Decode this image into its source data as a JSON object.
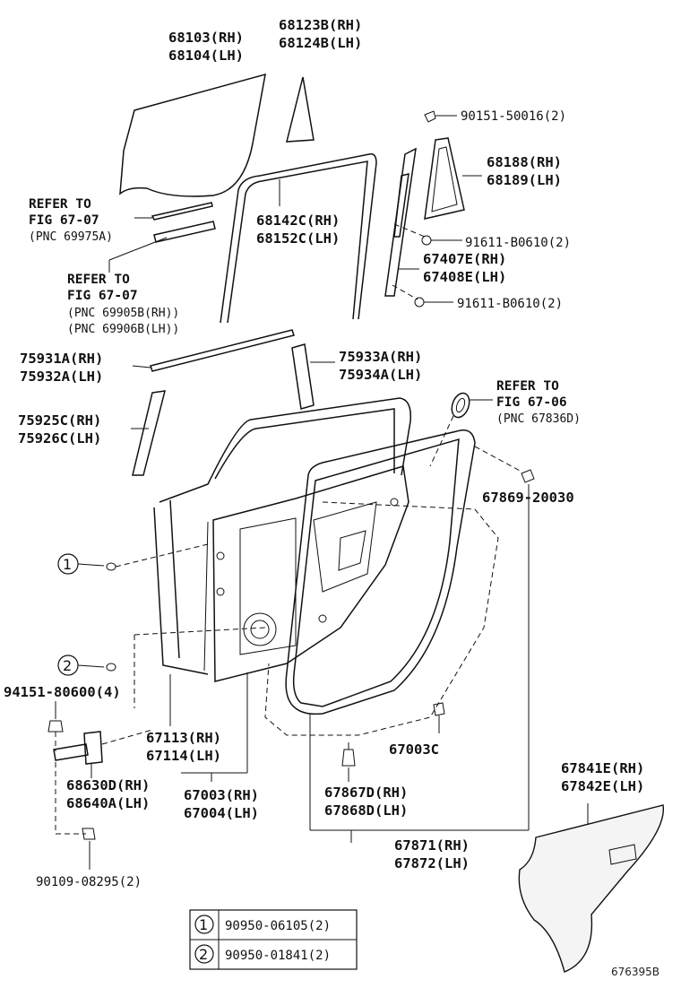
{
  "figure_code": "676395B",
  "labels": {
    "glass": [
      "68103(RH)",
      "68104(LH)"
    ],
    "quarter_glass": [
      "68123B(RH)",
      "68124B(LH)"
    ],
    "screw_top": "90151-50016(2)",
    "quarter_frame": [
      "68188(RH)",
      "68189(LH)"
    ],
    "refer1": [
      "REFER TO",
      "FIG 67-07",
      "(PNC 69975A)"
    ],
    "run_channel": [
      "68142C(RH)",
      "68152C(LH)"
    ],
    "screw_mid": "91611-B0610(2)",
    "division_bar": [
      "67407E(RH)",
      "67408E(LH)"
    ],
    "screw_low": "91611-B0610(2)",
    "refer2": [
      "REFER TO",
      "FIG 67-07",
      "(PNC 69905B(RH))",
      "(PNC 69906B(LH))"
    ],
    "belt_moulding": [
      "75931A(RH)",
      "75932A(LH)"
    ],
    "outer_pillar": [
      "75933A(RH)",
      "75934A(LH)"
    ],
    "refer3": [
      "REFER TO",
      "FIG 67-06",
      "(PNC 67836D)"
    ],
    "garnish": [
      "75925C(RH)",
      "75926C(LH)"
    ],
    "clip_right": "67869-20030",
    "bolt_left": "94151-80600(4)",
    "hinge": [
      "68630D(RH)",
      "68640A(LH)"
    ],
    "panel": [
      "67113(RH)",
      "67114(LH)"
    ],
    "door_shell": [
      "67003(RH)",
      "67004(LH)"
    ],
    "plug": "67003C",
    "clip_bottom": [
      "67867D(RH)",
      "67868D(LH)"
    ],
    "weatherstrip": [
      "67871(RH)",
      "67872(LH)"
    ],
    "silencer": [
      "67841E(RH)",
      "67842E(LH)"
    ],
    "bolt_bottom": "90109-08295(2)"
  },
  "callouts": [
    "1",
    "2"
  ],
  "legend": [
    {
      "num": "1",
      "part": "90950-06105(2)"
    },
    {
      "num": "2",
      "part": "90950-01841(2)"
    }
  ]
}
